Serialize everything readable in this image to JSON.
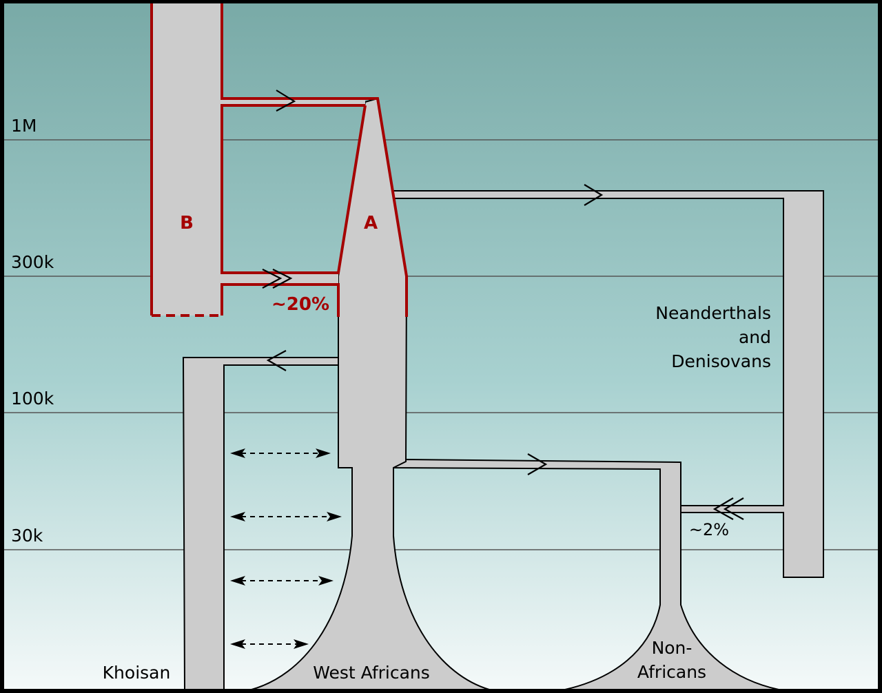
{
  "colors": {
    "background_top": "#79aaa7",
    "background_bottom": "#f4f9f9",
    "population_fill": "#cccccc",
    "hypothesis_red": "#a50000",
    "frame": "#000000"
  },
  "time_axis": {
    "labels": [
      "1M",
      "300k",
      "100k",
      "30k"
    ]
  },
  "populations": {
    "khoisan": "Khoisan",
    "west_africans": "West Africans",
    "non_africans_line1": "Non-",
    "non_africans_line2": "Africans",
    "archaic_line1": "Neanderthals",
    "archaic_line2": "and",
    "archaic_line3": "Denisovans"
  },
  "hypothetical_lineages": {
    "a": "A",
    "b": "B"
  },
  "admixture": {
    "archaic_african": "~20%",
    "neanderthal_nonafrican": "~2%"
  }
}
